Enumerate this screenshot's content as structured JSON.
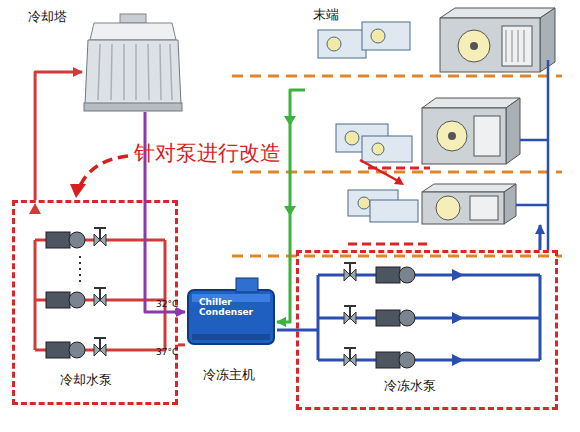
{
  "diagram": {
    "nodes": [
      {
        "text": [
          "冷却塔"
        ]
      },
      {
        "text": [
          "末端"
        ]
      },
      {
        "text": [
          "冷却水泵"
        ]
      },
      {
        "text": [
          "Chiller Condenser",
          "冷冻主机"
        ]
      },
      {
        "text": [
          "冷冻水泵"
        ]
      }
    ],
    "edges": [
      {
        "from": 2,
        "to": 0,
        "arrow": "to"
      },
      {
        "from": 0,
        "to": 3,
        "arrow": "to"
      },
      {
        "from": 2,
        "to": 3,
        "arrow": "none"
      },
      {
        "from": 1,
        "to": 3,
        "arrow": "to"
      },
      {
        "from": 4,
        "to": 1,
        "arrow": "to"
      },
      {
        "from": 3,
        "to": 4,
        "arrow": "none"
      }
    ],
    "labels": [
      "针对泵进行改造",
      "32°C",
      "37°C"
    ]
  }
}
